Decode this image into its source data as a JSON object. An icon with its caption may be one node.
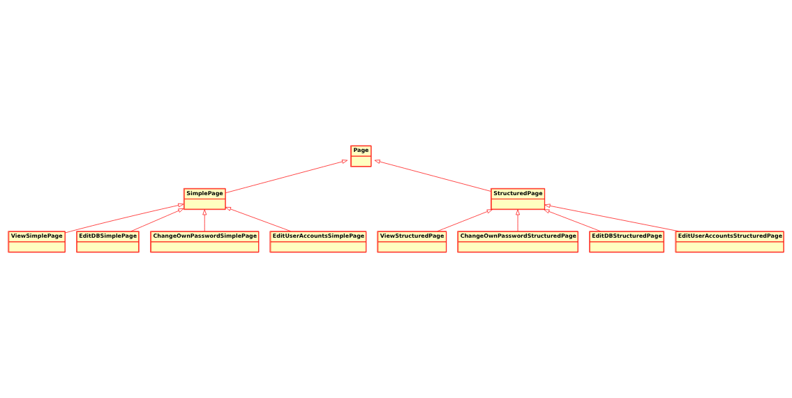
{
  "diagram": {
    "nodes": [
      {
        "text": [
          "Page"
        ]
      },
      {
        "text": [
          "SimplePage"
        ]
      },
      {
        "text": [
          "ViewSimplePage"
        ]
      },
      {
        "text": [
          "EditDBSimplePage"
        ]
      },
      {
        "text": [
          "ChangeOwnPasswordSimplePage"
        ]
      },
      {
        "text": [
          "EditUserAccountsSimplePage"
        ]
      },
      {
        "text": [
          "StructuredPage"
        ]
      },
      {
        "text": [
          "ViewStructuredPage"
        ]
      },
      {
        "text": [
          "ChangeOwnPasswordStructuredPage"
        ]
      },
      {
        "text": [
          "EditDBStructuredPage"
        ]
      },
      {
        "text": [
          "EditUserAccountsStructuredPage"
        ]
      }
    ],
    "edges": [
      {
        "from": 1,
        "to": 0,
        "arrow": "to"
      },
      {
        "from": 6,
        "to": 0,
        "arrow": "to"
      },
      {
        "from": 2,
        "to": 1,
        "arrow": "to"
      },
      {
        "from": 3,
        "to": 1,
        "arrow": "to"
      },
      {
        "from": 5,
        "to": 1,
        "arrow": "to"
      },
      {
        "from": 4,
        "to": 1,
        "arrow": "to"
      },
      {
        "from": 7,
        "to": 6,
        "arrow": "to"
      },
      {
        "from": 9,
        "to": 6,
        "arrow": "to"
      },
      {
        "from": 10,
        "to": 6,
        "arrow": "to"
      },
      {
        "from": 8,
        "to": 6,
        "arrow": "to"
      }
    ]
  }
}
